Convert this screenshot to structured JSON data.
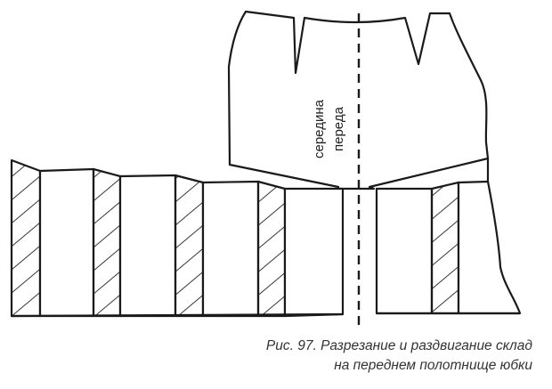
{
  "diagram": {
    "label_line1": "середина",
    "label_line2": "переда",
    "caption_line1": "Рис. 97. Разрезание и раздвигание склад",
    "caption_line2": "на переднем полотнище юбки",
    "stroke_color": "#1a1a1a"
  }
}
